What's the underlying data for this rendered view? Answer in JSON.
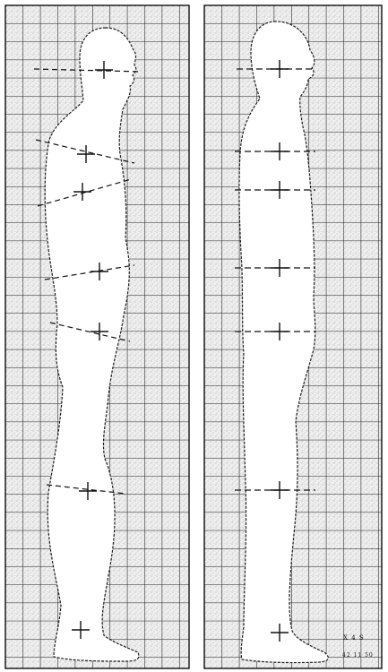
{
  "figure": {
    "panels": [
      {
        "id": "left",
        "view": "profile-with-oblique-segment-lines"
      },
      {
        "id": "right",
        "view": "profile-with-horizontal-segment-lines"
      }
    ],
    "grid_colors": {
      "paper": "#f3f3f3",
      "lines": "#161616",
      "stipple": "#9a9a9a",
      "figure_fill": "#ffffff",
      "figure_outline": "#1c1c1c"
    },
    "corner_labels": {
      "row1": "X  4  S",
      "row2": "42 11 50"
    }
  }
}
